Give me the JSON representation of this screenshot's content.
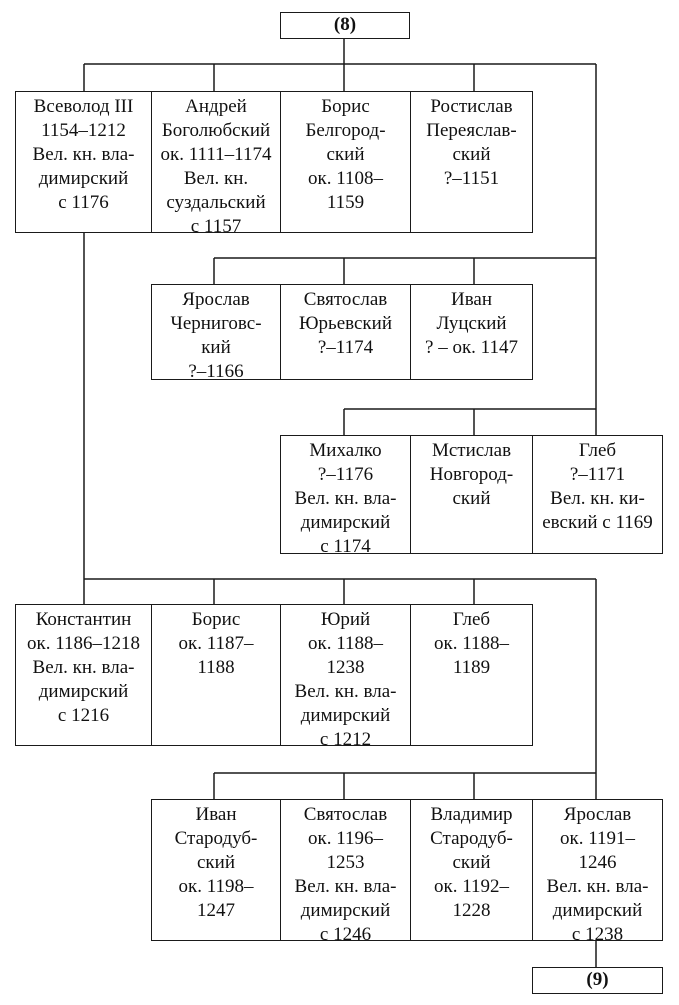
{
  "refs": {
    "top": "(8)",
    "bottom": "(9)"
  },
  "nodes": {
    "vsevolod": [
      "Всеволод III",
      "1154–1212",
      "Вел. кн. вла-",
      "димирский",
      "с 1176"
    ],
    "andrey": [
      "Андрей",
      "Боголюбский",
      "ок. 1111–1174",
      "Вел. кн.",
      "суздальский",
      "с 1157"
    ],
    "boris_b": [
      "Борис",
      "Белгород-",
      "ский",
      "ок. 1108–",
      "1159"
    ],
    "rostislav": [
      "Ростислав",
      "Переяслав-",
      "ский",
      "?–1151"
    ],
    "yaroslav_ch": [
      "Ярослав",
      "Черниговс-",
      "кий",
      "?–1166"
    ],
    "svyatoslav_yu": [
      "Святослав",
      "Юрьевский",
      "?–1174"
    ],
    "ivan_l": [
      "Иван",
      "Луцский",
      "? – ок. 1147"
    ],
    "mikhalko": [
      "Михалко",
      "?–1176",
      "Вел. кн. вла-",
      "димирский",
      "с 1174"
    ],
    "mstislav": [
      "Мстислав",
      "Новгород-",
      "ский"
    ],
    "gleb_k": [
      "Глеб",
      "?–1171",
      "Вел. кн. ки-",
      "евский с 1169"
    ],
    "konstantin": [
      "Константин",
      "ок. 1186–1218",
      "Вел. кн. вла-",
      "димирский",
      "с 1216"
    ],
    "boris_2": [
      "Борис",
      "ок. 1187–",
      "1188"
    ],
    "yuri": [
      "Юрий",
      "ок. 1188–",
      "1238",
      "Вел. кн. вла-",
      "димирский",
      "с 1212"
    ],
    "gleb_2": [
      "Глеб",
      "ок. 1188–",
      "1189"
    ],
    "ivan_s": [
      "Иван",
      "Стародуб-",
      "ский",
      "ок. 1198–",
      "1247"
    ],
    "svyatoslav_2": [
      "Святослав",
      "ок. 1196–",
      "1253",
      "Вел. кн. вла-",
      "димирский",
      "с 1246"
    ],
    "vladimir_s": [
      "Владимир",
      "Стародуб-",
      "ский",
      "ок. 1192–",
      "1228"
    ],
    "yaroslav_2": [
      "Ярослав",
      "ок. 1191–",
      "1246",
      "Вел. кн. вла-",
      "димирский",
      "с 1238"
    ]
  },
  "colors": {
    "line": "#1a1a1a",
    "text": "#111111",
    "box_fill": "#ffffff"
  }
}
